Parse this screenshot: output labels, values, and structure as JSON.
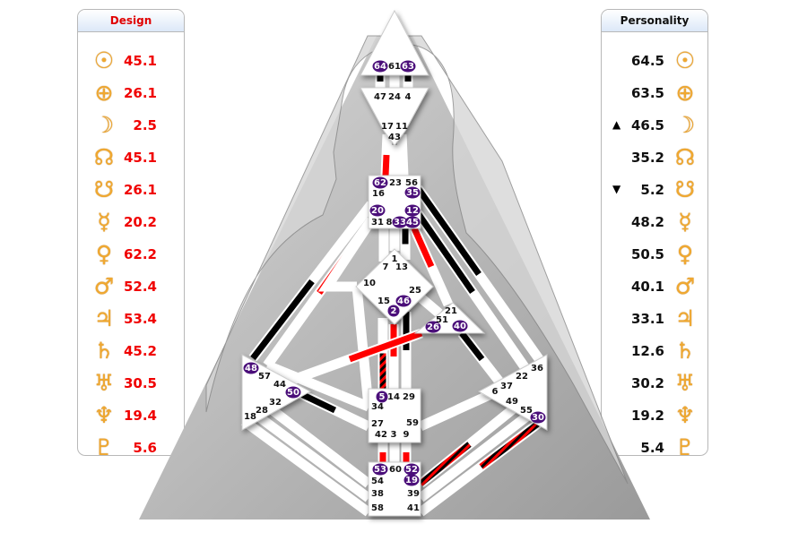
{
  "colors": {
    "design": "#ff0000",
    "personality": "#000000",
    "activation_circle": "#4b0f7a",
    "planet": "#f0a830"
  },
  "design": {
    "title": "Design",
    "rows": [
      {
        "icon": "sun-icon",
        "glyph": "☉",
        "value": "45.1"
      },
      {
        "icon": "earth-icon",
        "glyph": "⊕",
        "value": "26.1"
      },
      {
        "icon": "moon-icon",
        "glyph": "☽",
        "value": "2.5"
      },
      {
        "icon": "north-node-icon",
        "glyph": "☊",
        "value": "45.1"
      },
      {
        "icon": "south-node-icon",
        "glyph": "☋",
        "value": "26.1"
      },
      {
        "icon": "mercury-icon",
        "glyph": "☿",
        "value": "20.2"
      },
      {
        "icon": "venus-icon",
        "glyph": "♀",
        "value": "62.2"
      },
      {
        "icon": "mars-icon",
        "glyph": "♂",
        "value": "52.4"
      },
      {
        "icon": "jupiter-icon",
        "glyph": "♃",
        "value": "53.4"
      },
      {
        "icon": "saturn-icon",
        "glyph": "♄",
        "value": "45.2"
      },
      {
        "icon": "uranus-icon",
        "glyph": "♅",
        "value": "30.5"
      },
      {
        "icon": "neptune-icon",
        "glyph": "♆",
        "value": "19.4"
      },
      {
        "icon": "pluto-icon",
        "glyph": "♇",
        "value": "5.6"
      }
    ]
  },
  "personality": {
    "title": "Personality",
    "rows": [
      {
        "icon": "sun-icon",
        "glyph": "☉",
        "value": "64.5",
        "arrow": ""
      },
      {
        "icon": "earth-icon",
        "glyph": "⊕",
        "value": "63.5",
        "arrow": ""
      },
      {
        "icon": "moon-icon",
        "glyph": "☽",
        "value": "46.5",
        "arrow": "▲"
      },
      {
        "icon": "north-node-icon",
        "glyph": "☊",
        "value": "35.2",
        "arrow": ""
      },
      {
        "icon": "south-node-icon",
        "glyph": "☋",
        "value": "5.2",
        "arrow": "▼"
      },
      {
        "icon": "mercury-icon",
        "glyph": "☿",
        "value": "48.2",
        "arrow": ""
      },
      {
        "icon": "venus-icon",
        "glyph": "♀",
        "value": "50.5",
        "arrow": ""
      },
      {
        "icon": "mars-icon",
        "glyph": "♂",
        "value": "40.1",
        "arrow": ""
      },
      {
        "icon": "jupiter-icon",
        "glyph": "♃",
        "value": "33.1",
        "arrow": ""
      },
      {
        "icon": "saturn-icon",
        "glyph": "♄",
        "value": "12.6",
        "arrow": ""
      },
      {
        "icon": "uranus-icon",
        "glyph": "♅",
        "value": "30.2",
        "arrow": ""
      },
      {
        "icon": "neptune-icon",
        "glyph": "♆",
        "value": "19.2",
        "arrow": ""
      },
      {
        "icon": "pluto-icon",
        "glyph": "♇",
        "value": "5.4",
        "arrow": ""
      }
    ]
  },
  "gates": [
    {
      "n": "64",
      "a": true
    },
    {
      "n": "61",
      "a": false
    },
    {
      "n": "63",
      "a": true
    },
    {
      "n": "47",
      "a": false
    },
    {
      "n": "24",
      "a": false
    },
    {
      "n": "4",
      "a": false
    },
    {
      "n": "17",
      "a": false
    },
    {
      "n": "11",
      "a": false
    },
    {
      "n": "43",
      "a": false
    },
    {
      "n": "62",
      "a": true
    },
    {
      "n": "23",
      "a": false
    },
    {
      "n": "56",
      "a": false
    },
    {
      "n": "16",
      "a": false
    },
    {
      "n": "35",
      "a": true
    },
    {
      "n": "20",
      "a": true
    },
    {
      "n": "12",
      "a": true
    },
    {
      "n": "31",
      "a": false
    },
    {
      "n": "8",
      "a": false
    },
    {
      "n": "33",
      "a": true
    },
    {
      "n": "45",
      "a": true
    },
    {
      "n": "1",
      "a": false
    },
    {
      "n": "7",
      "a": false
    },
    {
      "n": "13",
      "a": false
    },
    {
      "n": "10",
      "a": false
    },
    {
      "n": "25",
      "a": false
    },
    {
      "n": "15",
      "a": false
    },
    {
      "n": "46",
      "a": true
    },
    {
      "n": "2",
      "a": true
    },
    {
      "n": "21",
      "a": false
    },
    {
      "n": "51",
      "a": false
    },
    {
      "n": "26",
      "a": true
    },
    {
      "n": "40",
      "a": true
    },
    {
      "n": "48",
      "a": true
    },
    {
      "n": "57",
      "a": false
    },
    {
      "n": "44",
      "a": false
    },
    {
      "n": "50",
      "a": true
    },
    {
      "n": "32",
      "a": false
    },
    {
      "n": "28",
      "a": false
    },
    {
      "n": "18",
      "a": false
    },
    {
      "n": "36",
      "a": false
    },
    {
      "n": "22",
      "a": false
    },
    {
      "n": "37",
      "a": false
    },
    {
      "n": "6",
      "a": false
    },
    {
      "n": "49",
      "a": false
    },
    {
      "n": "55",
      "a": false
    },
    {
      "n": "30",
      "a": true
    },
    {
      "n": "5",
      "a": true
    },
    {
      "n": "14",
      "a": false
    },
    {
      "n": "29",
      "a": false
    },
    {
      "n": "34",
      "a": false
    },
    {
      "n": "27",
      "a": false
    },
    {
      "n": "59",
      "a": false
    },
    {
      "n": "42",
      "a": false
    },
    {
      "n": "3",
      "a": false
    },
    {
      "n": "9",
      "a": false
    },
    {
      "n": "53",
      "a": true
    },
    {
      "n": "60",
      "a": false
    },
    {
      "n": "52",
      "a": true
    },
    {
      "n": "54",
      "a": false
    },
    {
      "n": "19",
      "a": true
    },
    {
      "n": "38",
      "a": false
    },
    {
      "n": "39",
      "a": false
    },
    {
      "n": "58",
      "a": false
    },
    {
      "n": "41",
      "a": false
    }
  ],
  "channels": [
    {
      "from": "64",
      "to": "47",
      "a": "personality",
      "b": "none"
    },
    {
      "from": "61",
      "to": "24",
      "a": "none",
      "b": "none"
    },
    {
      "from": "63",
      "to": "4",
      "a": "personality",
      "b": "none"
    },
    {
      "from": "17",
      "to": "62",
      "a": "none",
      "b": "design"
    },
    {
      "from": "43",
      "to": "23",
      "a": "none",
      "b": "none"
    },
    {
      "from": "11",
      "to": "56",
      "a": "none",
      "b": "none"
    },
    {
      "from": "16",
      "to": "48",
      "a": "none",
      "b": "personality"
    },
    {
      "from": "20",
      "to": "57",
      "a": "design",
      "b": "none"
    },
    {
      "from": "35",
      "to": "36",
      "a": "personality",
      "b": "none"
    },
    {
      "from": "12",
      "to": "22",
      "a": "personality",
      "b": "none"
    },
    {
      "from": "45",
      "to": "21",
      "a": "design",
      "b": "none"
    },
    {
      "from": "31",
      "to": "7",
      "a": "none",
      "b": "none"
    },
    {
      "from": "8",
      "to": "1",
      "a": "none",
      "b": "none"
    },
    {
      "from": "33",
      "to": "13",
      "a": "personality",
      "b": "none"
    },
    {
      "from": "10",
      "to": "20",
      "a": "none",
      "b": "none"
    },
    {
      "from": "57",
      "to": "34",
      "a": "none",
      "b": "none"
    },
    {
      "from": "10",
      "to": "34",
      "a": "none",
      "b": "none"
    },
    {
      "from": "15",
      "to": "5",
      "a": "none",
      "b": "both"
    },
    {
      "from": "2",
      "to": "14",
      "a": "design",
      "b": "none"
    },
    {
      "from": "46",
      "to": "29",
      "a": "personality",
      "b": "none"
    },
    {
      "from": "25",
      "to": "51",
      "a": "none",
      "b": "none"
    },
    {
      "from": "26",
      "to": "44",
      "a": "design",
      "b": "none"
    },
    {
      "from": "40",
      "to": "37",
      "a": "personality",
      "b": "none"
    },
    {
      "from": "50",
      "to": "27",
      "a": "personality",
      "b": "none"
    },
    {
      "from": "32",
      "to": "54",
      "a": "none",
      "b": "none"
    },
    {
      "from": "28",
      "to": "38",
      "a": "none",
      "b": "none"
    },
    {
      "from": "18",
      "to": "58",
      "a": "none",
      "b": "none"
    },
    {
      "from": "59",
      "to": "6",
      "a": "none",
      "b": "none"
    },
    {
      "from": "42",
      "to": "53",
      "a": "none",
      "b": "design"
    },
    {
      "from": "3",
      "to": "60",
      "a": "none",
      "b": "none"
    },
    {
      "from": "9",
      "to": "52",
      "a": "none",
      "b": "design"
    },
    {
      "from": "19",
      "to": "49",
      "a": "both",
      "b": "none"
    },
    {
      "from": "39",
      "to": "55",
      "a": "none",
      "b": "none"
    },
    {
      "from": "41",
      "to": "30",
      "a": "none",
      "b": "both"
    }
  ]
}
